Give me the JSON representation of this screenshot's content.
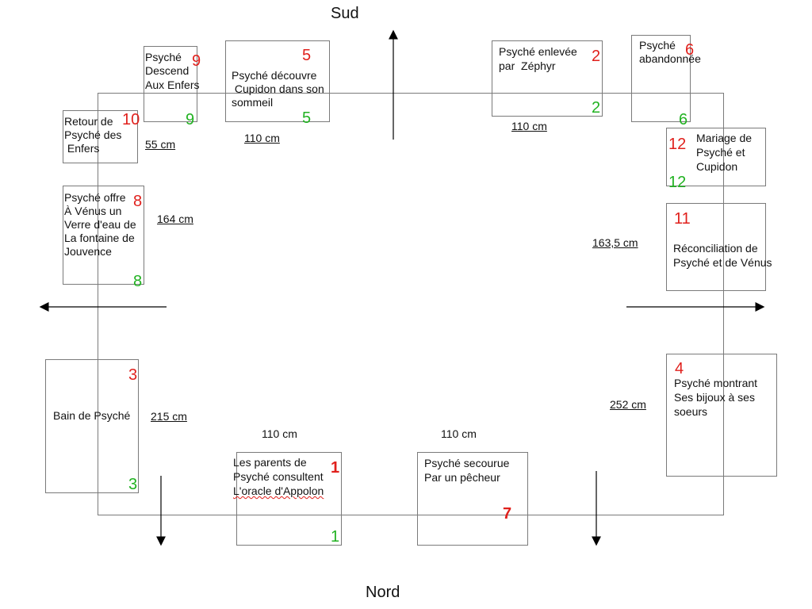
{
  "directions": {
    "south": "Sud",
    "north": "Nord"
  },
  "panels": [
    {
      "id": "p1",
      "lines": [
        "Les parents de",
        "Psyché consultent",
        "L'oracle d'Appolon"
      ],
      "red": "1",
      "green": "1"
    },
    {
      "id": "p2",
      "lines": [
        "Psyché enlevée",
        "par  Zéphyr"
      ],
      "red": "2",
      "green": "2"
    },
    {
      "id": "p3",
      "lines": [
        "Bain de Psyché"
      ],
      "red": "3",
      "green": "3"
    },
    {
      "id": "p4",
      "lines": [
        "Psyché montrant",
        "Ses bijoux à ses",
        "soeurs"
      ],
      "red": "4"
    },
    {
      "id": "p5",
      "lines": [
        "Psyché découvre",
        " Cupidon dans son",
        "sommeil"
      ],
      "red": "5",
      "green": "5"
    },
    {
      "id": "p6",
      "lines": [
        "Psyché",
        "abandonnée"
      ],
      "red": "6",
      "green": "6"
    },
    {
      "id": "p7",
      "lines": [
        "Psyché secourue",
        "Par un pêcheur"
      ],
      "red": "7"
    },
    {
      "id": "p8",
      "lines": [
        "Psyché offre",
        "À Vénus un",
        "Verre d'eau de",
        "La fontaine de",
        "Jouvence"
      ],
      "red": "8",
      "green": "8"
    },
    {
      "id": "p9",
      "lines": [
        "Psyché",
        "Descend",
        "Aux Enfers"
      ],
      "red": "9",
      "green": "9"
    },
    {
      "id": "p10",
      "lines": [
        "Retour de",
        "Psyché des",
        " Enfers"
      ],
      "red": "10"
    },
    {
      "id": "p11",
      "lines": [
        "Réconciliation de",
        "Psyché et de Vénus"
      ],
      "red": "11"
    },
    {
      "id": "p12",
      "lines": [
        "Mariage de",
        "Psyché et",
        "Cupidon"
      ],
      "red": "12",
      "green": "12"
    }
  ],
  "dimensions": {
    "top_left": "110 cm",
    "top_right": "110 cm",
    "left_55": "55 cm",
    "left_164": "164 cm",
    "left_215": "215 cm",
    "right_163": "163,5 cm",
    "right_252": "252 cm",
    "bottom_left": "110 cm",
    "bottom_right": "110 cm"
  }
}
